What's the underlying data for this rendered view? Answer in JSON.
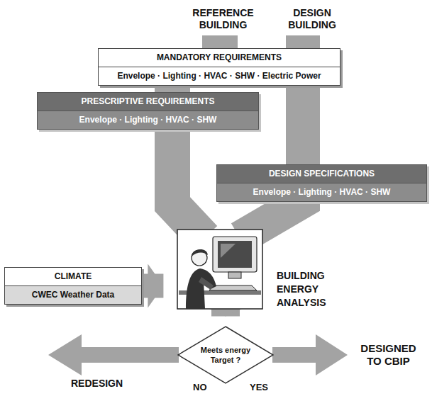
{
  "diagram": {
    "nodes": [
      {
        "text": [
          "MANDATORY REQUIREMENTS",
          "Envelope · Lighting · HVAC · SHW · Electric Power"
        ]
      },
      {
        "text": [
          "PRESCRIPTIVE REQUIREMENTS",
          "Envelope · Lighting · HVAC · SHW"
        ]
      },
      {
        "text": [
          "DESIGN SPECIFICATIONS",
          "Envelope · Lighting · HVAC · SHW"
        ]
      },
      {
        "text": [
          "CLIMATE",
          "CWEC Weather Data"
        ]
      },
      {
        "text": [
          "BUILDING ENERGY ANALYSIS"
        ]
      },
      {
        "text": [
          "Meets energy Target ?"
        ]
      }
    ],
    "edges": [
      {
        "from": 1,
        "to": 4,
        "arrow": "none"
      },
      {
        "from": 2,
        "to": 4,
        "arrow": "none"
      },
      {
        "from": 3,
        "to": 4,
        "arrow": "to"
      },
      {
        "from": 4,
        "to": 5,
        "arrow": "to"
      }
    ],
    "labels": [
      "REFERENCE BUILDING",
      "DESIGN BUILDING",
      "REDESIGN",
      "NO",
      "YES",
      "DESIGNED TO CBIP"
    ]
  }
}
